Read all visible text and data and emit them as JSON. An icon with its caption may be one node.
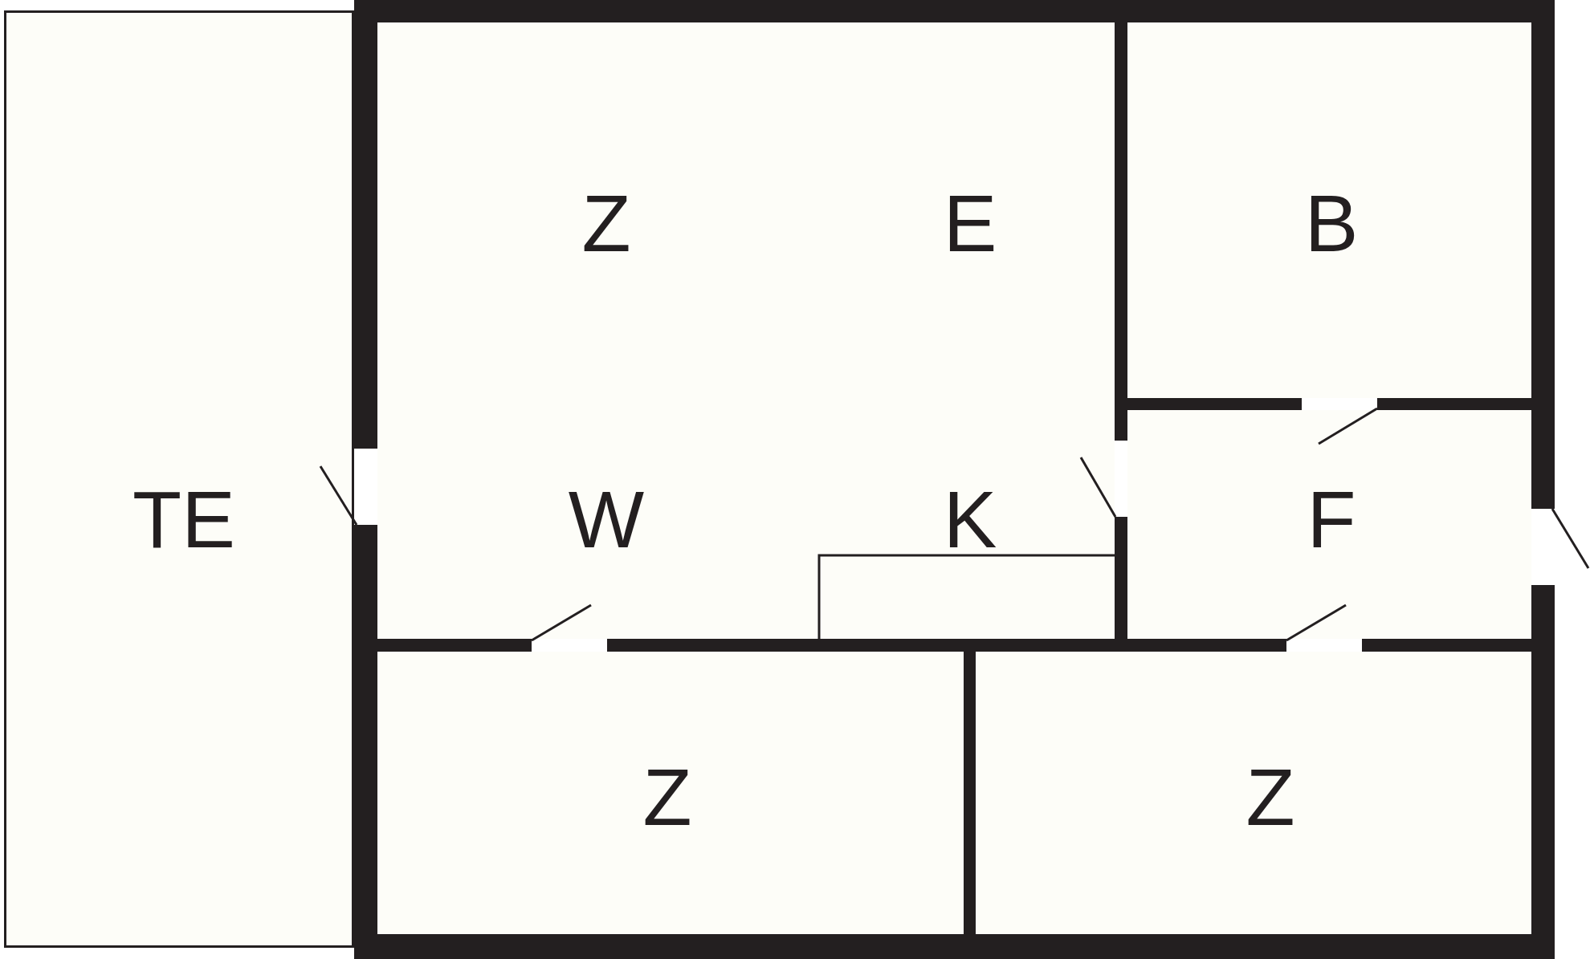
{
  "diagram": {
    "nodes": [
      {
        "text": [
          "TE"
        ]
      },
      {
        "text": [
          "Z",
          "E",
          "W",
          "K"
        ]
      },
      {
        "text": [
          "B"
        ]
      },
      {
        "text": [
          "F"
        ]
      },
      {
        "text": [
          "Z"
        ]
      },
      {
        "text": [
          "Z"
        ]
      }
    ]
  }
}
